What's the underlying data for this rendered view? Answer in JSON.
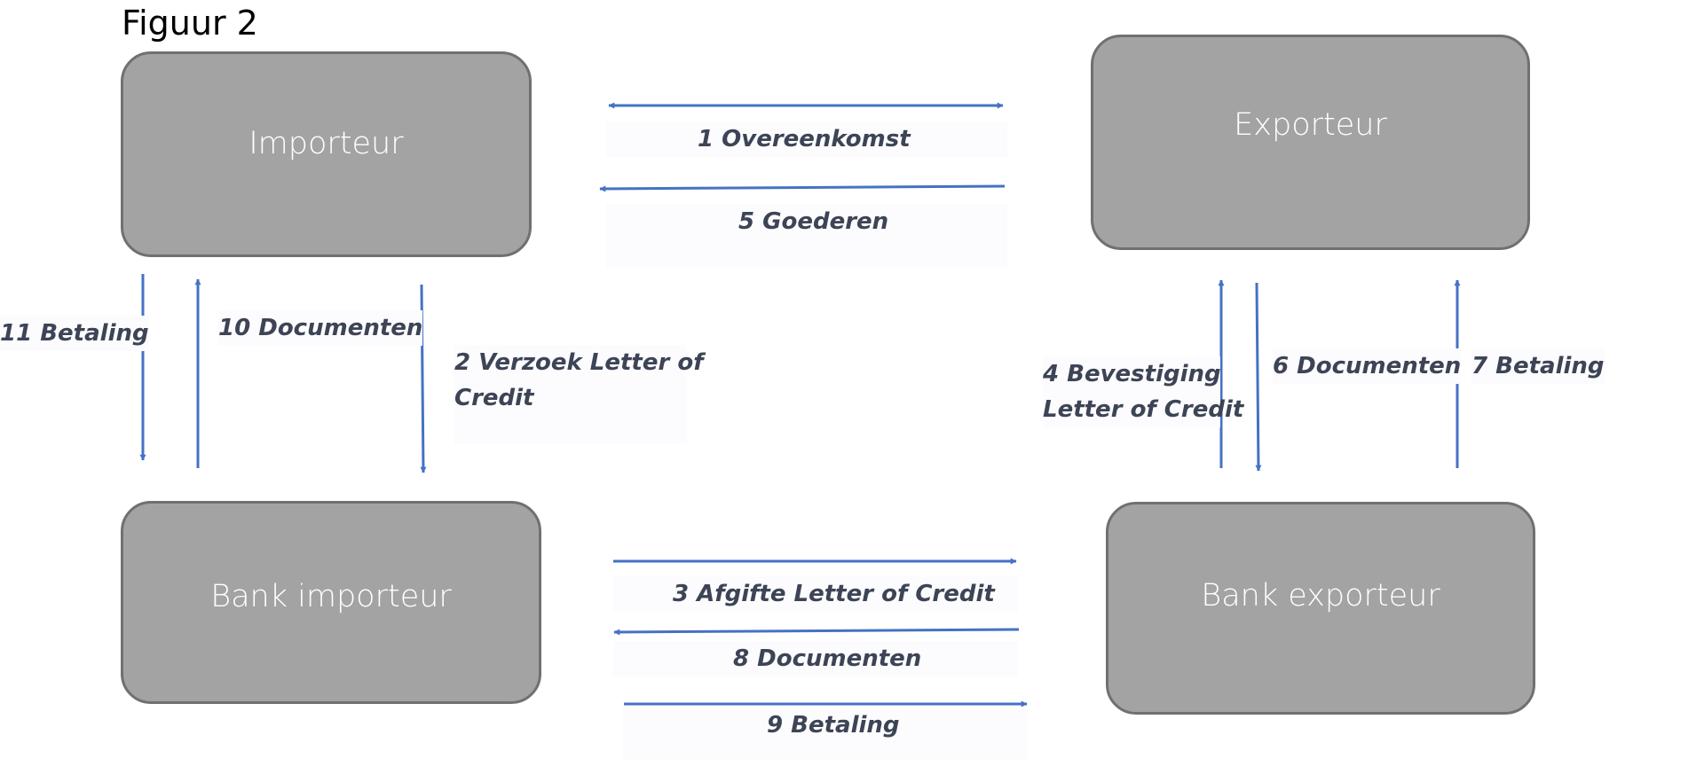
{
  "figure_title": "Figuur 2",
  "colors": {
    "box_fill": "#a3a3a3",
    "box_border": "#707070",
    "box_text": "#ffffff",
    "arrow": "#4472c4",
    "label_text": "#3c4455"
  },
  "nodes": {
    "importeur": "Importeur",
    "exporteur": "Exporteur",
    "bank_importeur": "Bank importeur",
    "bank_exporteur": "Bank exporteur"
  },
  "flows": {
    "f1": {
      "label": "1 Overeenkomst",
      "from": "Importeur",
      "to": "Exporteur",
      "bidirectional": true
    },
    "f2": {
      "label_line1": "2 Verzoek Letter of",
      "label_line2": "Credit",
      "from": "Importeur",
      "to": "Bank importeur"
    },
    "f3": {
      "label": "3 Afgifte Letter of Credit",
      "from": "Bank importeur",
      "to": "Bank exporteur"
    },
    "f4": {
      "label_line1": "4 Bevestiging",
      "label_line2": "Letter of Credit",
      "from": "Bank exporteur",
      "to": "Exporteur"
    },
    "f5": {
      "label": "5 Goederen",
      "from": "Exporteur",
      "to": "Importeur"
    },
    "f6": {
      "label": "6 Documenten",
      "from": "Exporteur",
      "to": "Bank exporteur"
    },
    "f7": {
      "label": "7 Betaling",
      "from": "Bank exporteur",
      "to": "Exporteur"
    },
    "f8": {
      "label": "8 Documenten",
      "from": "Bank exporteur",
      "to": "Bank importeur"
    },
    "f9": {
      "label": "9 Betaling",
      "from": "Bank importeur",
      "to": "Bank exporteur"
    },
    "f10": {
      "label": "10 Documenten",
      "from": "Bank importeur",
      "to": "Importeur"
    },
    "f11": {
      "label": "11 Betaling",
      "from": "Importeur",
      "to": "Bank importeur"
    }
  }
}
